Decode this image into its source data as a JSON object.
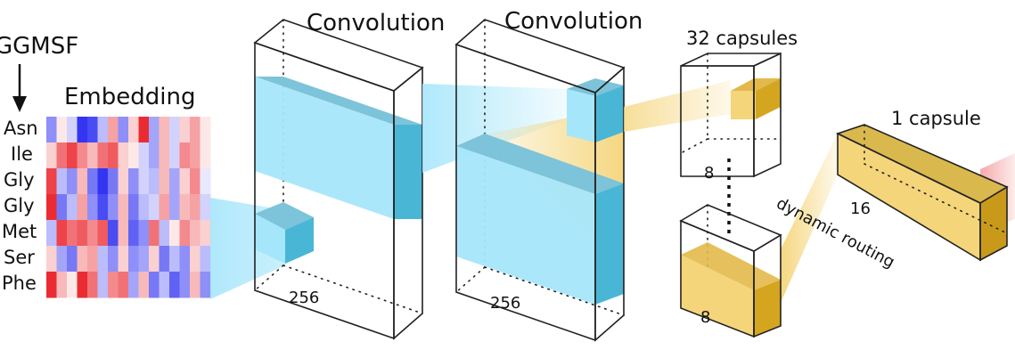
{
  "input": {
    "sequence": "GGMSF",
    "residues": [
      "Asn",
      "Ile",
      "Gly",
      "Gly",
      "Met",
      "Ser",
      "Phe"
    ],
    "embedding_label": "Embedding"
  },
  "layers": {
    "conv1": {
      "title": "Convolution",
      "depth_label": "256"
    },
    "conv2": {
      "title": "Convolution",
      "depth_label": "256"
    },
    "primary_caps": {
      "title": "32 capsules",
      "dim_top": "8",
      "dim_bottom": "8"
    },
    "routing": {
      "label": "dynamic routing"
    },
    "output_caps": {
      "title": "1 capsule",
      "dim_label": "16"
    }
  },
  "colors": {
    "conv_fill": "#a6e6fb",
    "conv_face": "#4ab6d6",
    "capsule_fill": "#f5d57a",
    "capsule_face": "#d4a620",
    "heat_high": "#e8141b",
    "heat_low": "#1c1ef0"
  },
  "heatmap": [
    [
      -0.5,
      0.1,
      -0.2,
      -0.9,
      -0.8,
      -0.3,
      0.4,
      -0.5,
      0.2,
      0.9,
      -0.4,
      0.3,
      -0.2,
      0.2,
      0.4,
      0.1
    ],
    [
      0.2,
      0.6,
      0.8,
      0.5,
      0.3,
      0.6,
      0.7,
      0.2,
      0.1,
      -0.2,
      -0.4,
      0.3,
      -0.2,
      0.5,
      0.4,
      0.1
    ],
    [
      0.8,
      -0.3,
      -0.5,
      0.3,
      -0.6,
      -0.9,
      -0.6,
      0.2,
      -0.5,
      -0.2,
      -0.3,
      0.3,
      -0.4,
      0.2,
      0.5,
      -0.1
    ],
    [
      0.9,
      -0.6,
      -0.3,
      0.4,
      -0.5,
      -0.8,
      -0.5,
      0.3,
      -0.6,
      -0.3,
      -0.2,
      0.4,
      -0.4,
      0.3,
      0.4,
      -0.2
    ],
    [
      -0.3,
      0.8,
      0.6,
      0.7,
      0.5,
      0.7,
      -0.8,
      0.3,
      -0.7,
      -0.5,
      0.6,
      -0.3,
      0.1,
      0.5,
      0.3,
      0.2
    ],
    [
      0.2,
      -0.4,
      -0.6,
      0.3,
      0.4,
      -0.3,
      -0.5,
      0.2,
      -0.5,
      -0.4,
      0.2,
      -0.6,
      -0.3,
      -0.5,
      0.2,
      -0.3
    ],
    [
      0.9,
      0.3,
      0.1,
      0.9,
      0.6,
      -0.3,
      0.5,
      0.6,
      -0.4,
      0.3,
      -0.6,
      -0.3,
      -0.7,
      -0.5,
      0.3,
      -0.5
    ]
  ]
}
